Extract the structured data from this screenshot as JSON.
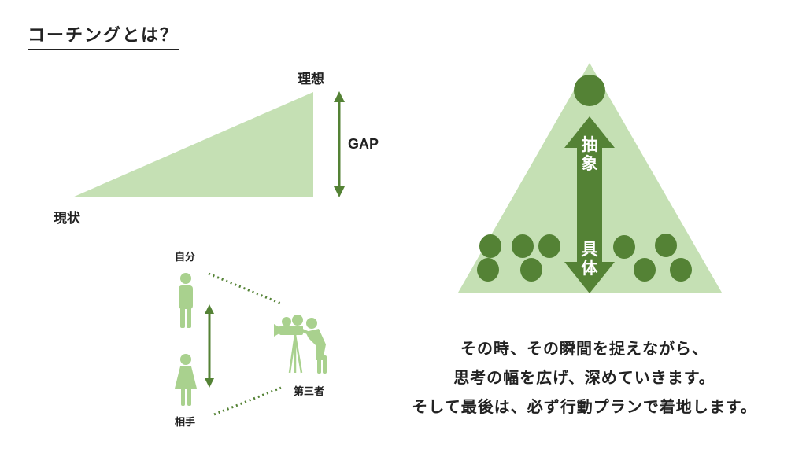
{
  "title": "コーチングとは？",
  "gap_diagram": {
    "ideal_label": "理想",
    "current_label": "現状",
    "gap_label": "GAP"
  },
  "perspective_diagram": {
    "self_label": "自分",
    "partner_label": "相手",
    "third_party_label": "第三者"
  },
  "pyramid": {
    "abstract_label": [
      "抽",
      "象"
    ],
    "concrete_label": [
      "具",
      "体"
    ]
  },
  "caption": {
    "lines": [
      "その時、その瞬間を捉えながら、",
      "思考の幅を広げ、深めていきます。",
      "そして最後は、必ず行動プランで着地します。"
    ]
  },
  "colors": {
    "light_green": "#c5e0b4",
    "dark_green": "#548235",
    "figure_green": "#a9d18e",
    "text": "#222222"
  }
}
